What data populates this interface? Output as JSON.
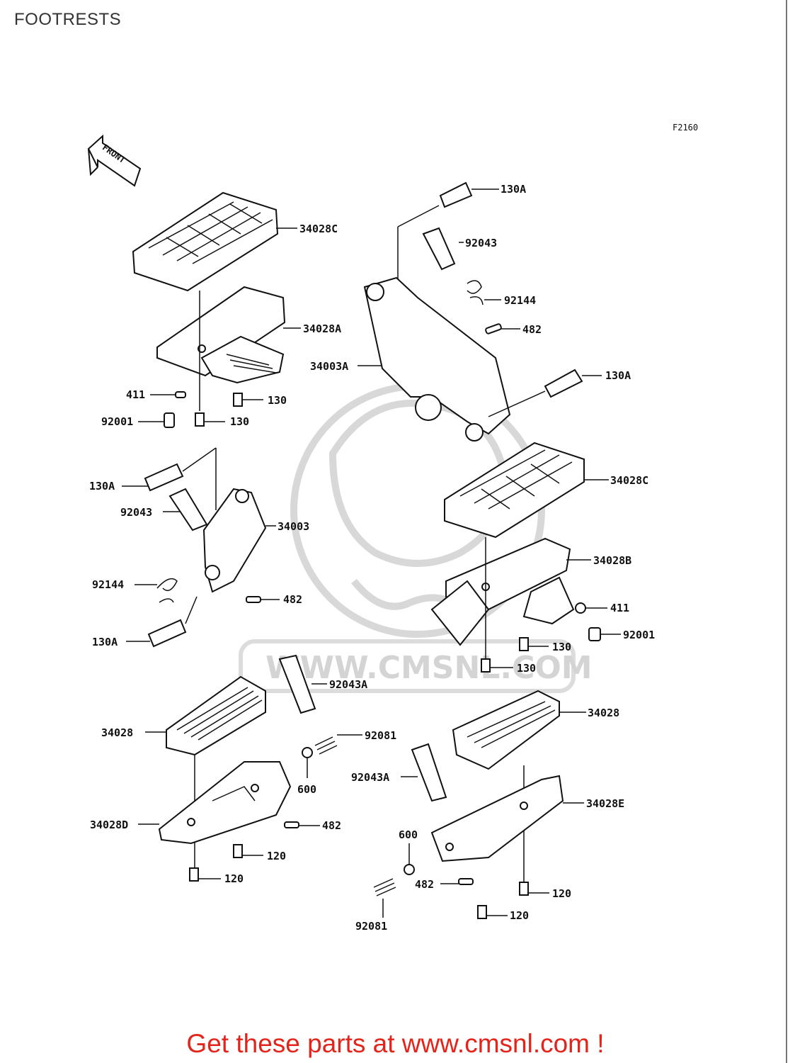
{
  "page_title": "FOOTRESTS",
  "figure_code": "F2160",
  "front_label": "FRONT",
  "watermark": "WWW.CMSNL.COM",
  "footer_text": "Get these parts at www.cmsnl.com !",
  "labels": {
    "l_130A_1": "130A",
    "l_92043_1": "92043",
    "l_92144_1": "92144",
    "l_482_1": "482",
    "l_34003A": "34003A",
    "l_130A_2": "130A",
    "l_34028C_1": "34028C",
    "l_34028A": "34028A",
    "l_411_1": "411",
    "l_130_1": "130",
    "l_92001_1": "92001",
    "l_130_2": "130",
    "l_130A_3": "130A",
    "l_92043_2": "92043",
    "l_34003": "34003",
    "l_92144_2": "92144",
    "l_482_2": "482",
    "l_130A_4": "130A",
    "l_34028C_2": "34028C",
    "l_34028B": "34028B",
    "l_411_2": "411",
    "l_92001_2": "92001",
    "l_130_3": "130",
    "l_130_4": "130",
    "l_92043A_1": "92043A",
    "l_34028_1": "34028",
    "l_92081_1": "92081",
    "l_600_1": "600",
    "l_34028D": "34028D",
    "l_482_3": "482",
    "l_120_1": "120",
    "l_120_2": "120",
    "l_34028_2": "34028",
    "l_92043A_2": "92043A",
    "l_34028E": "34028E",
    "l_600_2": "600",
    "l_482_4": "482",
    "l_120_3": "120",
    "l_92081_2": "92081",
    "l_120_4": "120"
  }
}
